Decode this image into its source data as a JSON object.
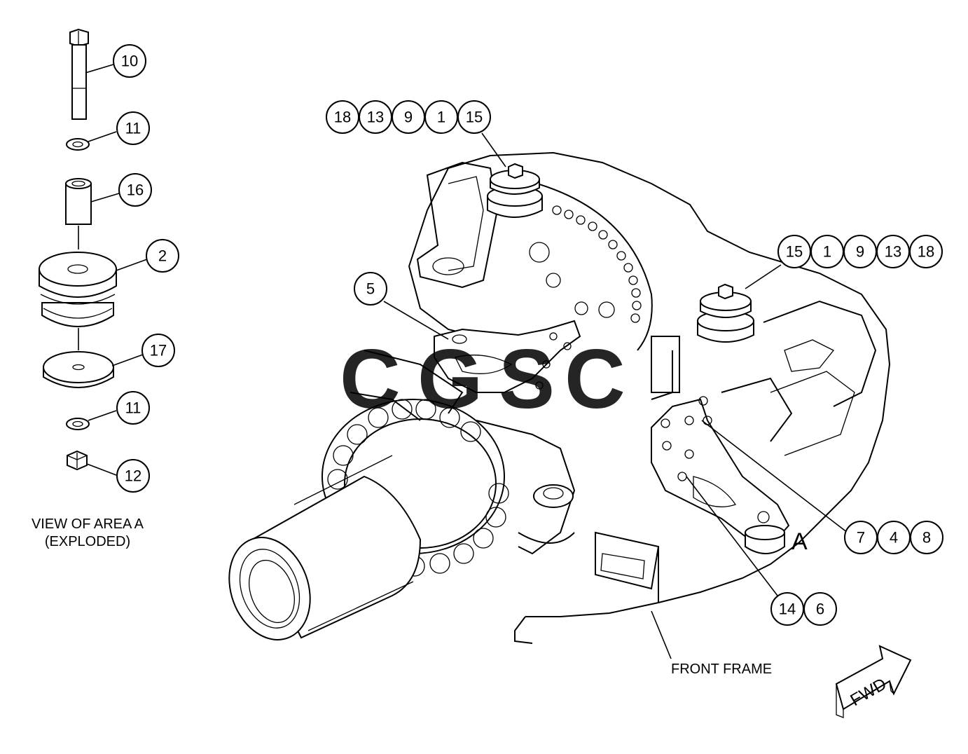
{
  "exploded_view": {
    "title_line1": "VIEW OF AREA A",
    "title_line2": "(EXPLODED)",
    "callouts": [
      "10",
      "11",
      "16",
      "2",
      "17",
      "11",
      "12"
    ]
  },
  "groups": {
    "upper_left": [
      "18",
      "13",
      "9",
      "1",
      "15"
    ],
    "upper_right": [
      "15",
      "1",
      "9",
      "13",
      "18"
    ],
    "right": [
      "7",
      "4",
      "8"
    ],
    "bottom": [
      "14",
      "6"
    ],
    "single": [
      "5"
    ]
  },
  "labels": {
    "area_marker": "A",
    "front_frame": "FRONT FRAME",
    "direction": "FWD"
  },
  "watermark": {
    "letters": [
      "C",
      "G",
      "S",
      "C"
    ],
    "colors": [
      "#4a90e2",
      "#ee5a4a",
      "#f2c230",
      "#3db876"
    ]
  }
}
